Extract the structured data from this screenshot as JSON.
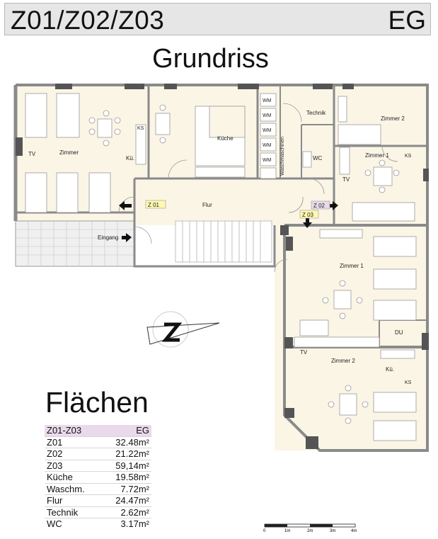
{
  "header": {
    "code": "Z01/Z02/Z03",
    "floor": "EG"
  },
  "title": "Grundriss",
  "plan_labels": {
    "zimmer_left": "Zimmer",
    "tv_left": "TV",
    "ku_left": "Kü.",
    "ks_left": "KS",
    "kueche": "Küche",
    "wm_1": "WM",
    "wm_2": "WM",
    "wm_3": "WM",
    "wm_4": "WM",
    "wm_5": "WM",
    "waschmaschinen": "Waschmaschinen",
    "technik": "Technik",
    "wc": "WC",
    "zimmer2_top": "Zimmer 2",
    "zimmer1_top": "Zimmer 1",
    "tv_right": "TV",
    "ks_right_top": "KS",
    "flur": "Flur",
    "tag_z01": "Z 01",
    "tag_z02": "Z 02",
    "tag_z03": "Z 03",
    "eingang": "Eingang",
    "zimmer1_z03": "Zimmer 1",
    "du": "DU",
    "tv_z03": "TV",
    "zimmer2_z03": "Zimmer 2",
    "ku_z03": "Kü.",
    "ks_z03": "KS"
  },
  "areas": {
    "title": "Flächen",
    "header": {
      "label": "Z01-Z03",
      "value": "EG"
    },
    "rows": [
      {
        "label": "Z01",
        "value": "32.48m²"
      },
      {
        "label": "Z02",
        "value": "21.22m²"
      },
      {
        "label": "Z03",
        "value": "59,14m²"
      },
      {
        "label": "Küche",
        "value": "19.58m²"
      },
      {
        "label": "Waschm.",
        "value": "7.72m²"
      },
      {
        "label": "Flur",
        "value": "24.47m²"
      },
      {
        "label": "Technik",
        "value": "2.62m²"
      },
      {
        "label": "WC",
        "value": "3.17m²"
      }
    ]
  },
  "scale": {
    "ticks": [
      "0",
      "1m",
      "2m",
      "3m",
      "4m"
    ]
  },
  "colors": {
    "room_fill": "#fbf5e6",
    "wall": "#8a8a8a",
    "tag_z02": "#e9d9ea",
    "tag_z01": "#fff8b0",
    "tag_z03": "#fff8b0"
  }
}
